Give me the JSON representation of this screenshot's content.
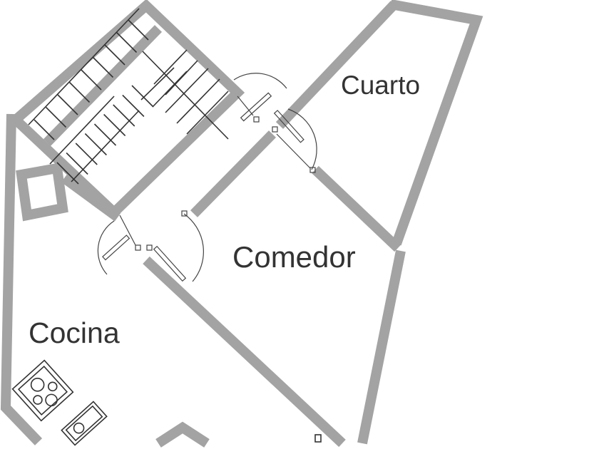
{
  "rooms": {
    "cuarto": "Cuarto",
    "comedor": "Comedor",
    "cocina": "Cocina"
  },
  "colors": {
    "wall": "#a3a3a3",
    "lines": "#333333",
    "background": "#ffffff"
  }
}
